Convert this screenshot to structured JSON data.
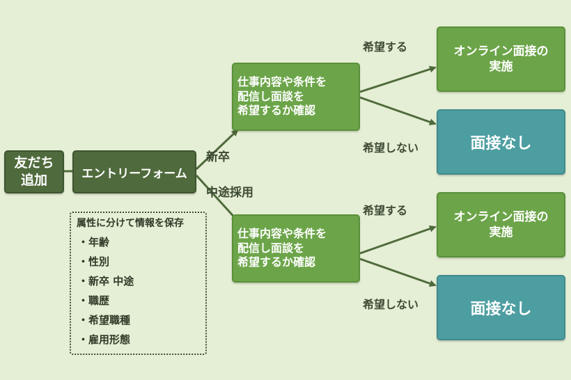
{
  "nodes": {
    "add_friend": "友だち\n追加",
    "entry_form": "エントリーフォーム",
    "job_info_newgrad": "仕事内容や条件を\n配信し面談を\n希望するか確認",
    "job_info_midcareer": "仕事内容や条件を\n配信し面談を\n希望するか確認",
    "online_interview_newgrad": "オンライン面接の\n実施",
    "no_interview_newgrad": "面接なし",
    "online_interview_midcareer": "オンライン面接の\n実施",
    "no_interview_midcareer": "面接なし"
  },
  "branch_labels": {
    "new_grad": "新卒",
    "mid_career": "中途採用",
    "wish_yes_top": "希望する",
    "wish_no_top": "希望しない",
    "wish_yes_bottom": "希望する",
    "wish_no_bottom": "希望しない"
  },
  "info_box": {
    "title": "属性に分けて情報を保存",
    "items": [
      "年齢",
      "性別",
      "新卒 中途",
      "職歴",
      "希望職種",
      "雇用形態"
    ]
  },
  "colors": {
    "background": "#e5efd5",
    "dark_node": "#4f6a3c",
    "green_node": "#6ca549",
    "teal_node": "#4d9ea1",
    "connector": "#4f6a3c"
  }
}
